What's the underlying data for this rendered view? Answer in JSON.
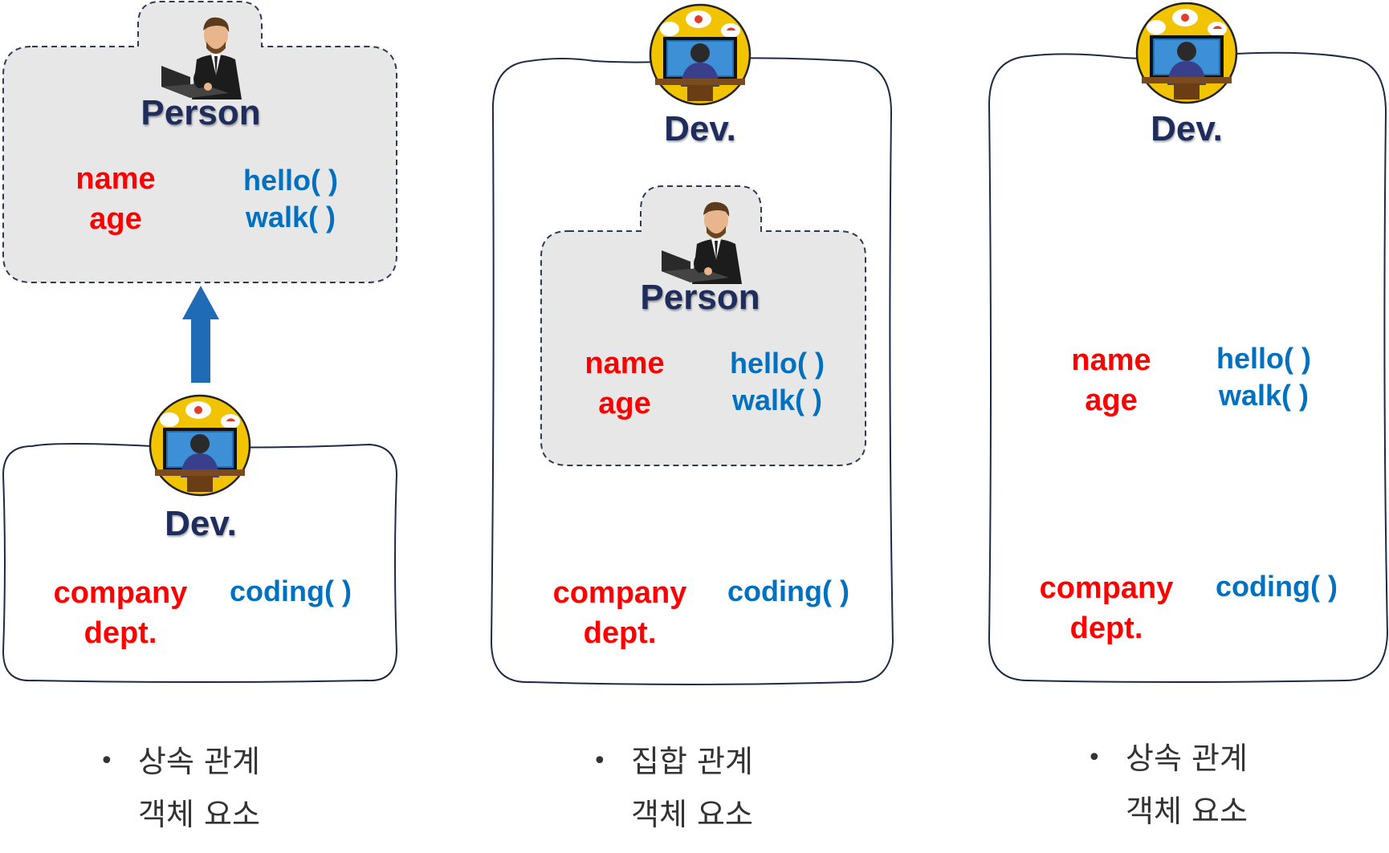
{
  "inheritance": {
    "person": {
      "title": "Person",
      "attrs": [
        "name",
        "age"
      ],
      "methods": [
        "hello( )",
        "walk( )"
      ],
      "icon": "businessman-laptop-icon"
    },
    "dev": {
      "title": "Dev.",
      "attrs": [
        "company",
        "dept."
      ],
      "methods": [
        "coding( )"
      ],
      "icon": "developer-desk-icon"
    },
    "arrow_icon": "up-arrow-icon"
  },
  "aggregation": {
    "dev": {
      "title": "Dev.",
      "attrs": [
        "company",
        "dept."
      ],
      "methods": [
        "coding( )"
      ],
      "icon": "developer-desk-icon"
    },
    "person": {
      "title": "Person",
      "attrs": [
        "name",
        "age"
      ],
      "methods": [
        "hello( )",
        "walk( )"
      ],
      "icon": "businessman-laptop-icon"
    }
  },
  "flattened": {
    "dev": {
      "title": "Dev.",
      "icon": "developer-desk-icon"
    },
    "inherited_attrs": [
      "name",
      "age"
    ],
    "inherited_methods": [
      "hello( )",
      "walk( )"
    ],
    "own_attrs": [
      "company",
      "dept."
    ],
    "own_methods": [
      "coding( )"
    ]
  },
  "notes": [
    {
      "lines": [
        "상속 관계",
        "객체 요소"
      ]
    },
    {
      "lines": [
        "집합 관계",
        "객체 요소"
      ]
    },
    {
      "lines": [
        "상속 관계",
        "객체 요소"
      ]
    }
  ],
  "colors": {
    "title": "#1f2d5c",
    "attribute": "#ff0000",
    "method": "#0070c0",
    "arrow": "#1f6bb5",
    "person_box_fill": "#e7e7e7"
  }
}
